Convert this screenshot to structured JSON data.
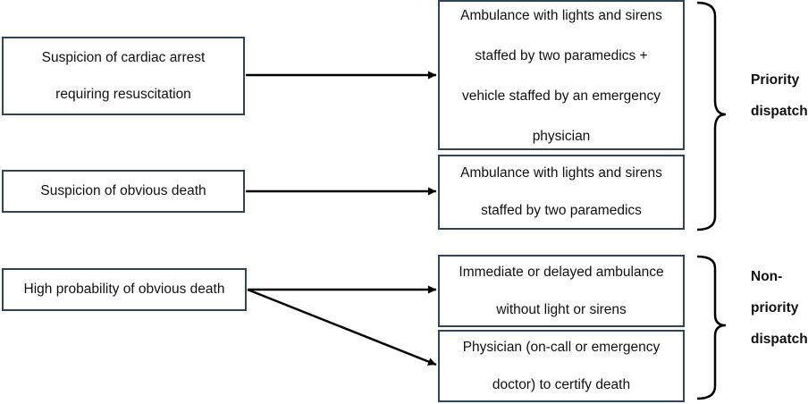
{
  "inputs": [
    {
      "lines": [
        "Suspicion of cardiac arrest",
        "requiring resuscitation"
      ]
    },
    {
      "lines": [
        "Suspicion of obvious death"
      ]
    },
    {
      "lines": [
        "High probability of obvious death"
      ]
    }
  ],
  "outcomes": [
    {
      "lines": [
        "Ambulance with lights and sirens",
        "staffed by two paramedics +",
        "vehicle staffed by an emergency",
        "physician"
      ]
    },
    {
      "lines": [
        "Ambulance with lights and sirens",
        "staffed by two paramedics"
      ]
    },
    {
      "lines": [
        "Immediate or delayed ambulance",
        "without light or sirens"
      ]
    },
    {
      "lines": [
        "Physician (on-call or emergency",
        "doctor) to certify death"
      ]
    }
  ],
  "groups": {
    "priority": {
      "lines": [
        "Priority",
        "dispatch"
      ]
    },
    "non_priority": {
      "lines": [
        "Non-",
        "priority",
        "dispatch"
      ]
    }
  },
  "colors": {
    "box_border": "#2f4458",
    "arrow": "#000000",
    "text": "#111111"
  }
}
